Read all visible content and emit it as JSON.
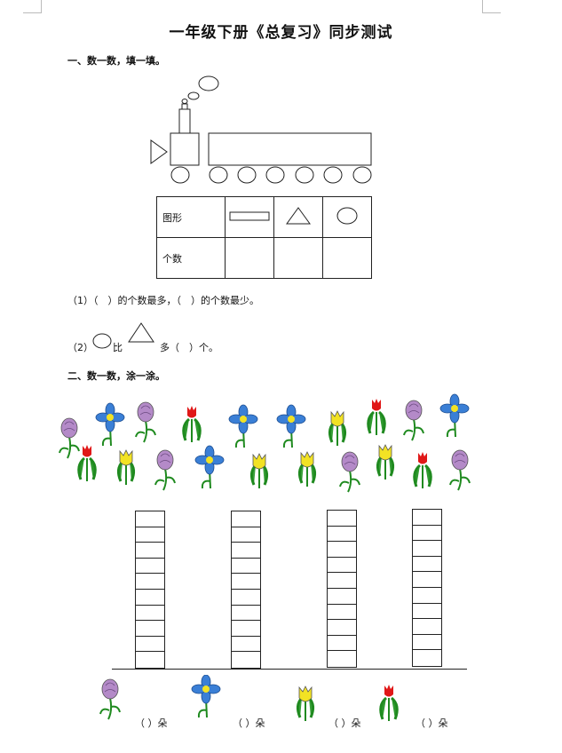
{
  "title": "一年级下册《总复习》同步测试",
  "section1": {
    "heading": "一、数一数，填一填。",
    "table": {
      "row1_label": "图形",
      "row2_label": "个数"
    },
    "q1": "（1）（　）的个数最多，（　）的个数最少。",
    "q2_prefix": "（2）",
    "q2_bi": "比",
    "q2_suffix": "多（　）个。"
  },
  "section2": {
    "heading": "二、数一数，涂一涂。",
    "answers": [
      "（ ）朵",
      "（ ）朵",
      "（ ）朵",
      "（ ）朵"
    ]
  },
  "colors": {
    "purple_flower": "#b48ac8",
    "blue_flower": "#3a7fd6",
    "yellow_flower": "#f2e224",
    "red_flower": "#e01818",
    "leaf": "#1f8a1f"
  }
}
